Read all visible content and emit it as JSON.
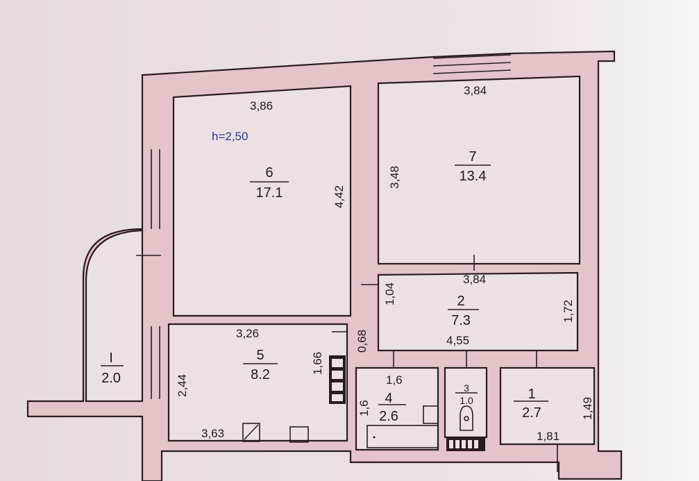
{
  "plan": {
    "ceiling_height": "h=2,50",
    "rooms": [
      {
        "number": "1",
        "area": "2.7"
      },
      {
        "number": "2",
        "area": "7.3"
      },
      {
        "number": "3",
        "area": "1.0"
      },
      {
        "number": "4",
        "area": "2.6"
      },
      {
        "number": "5",
        "area": "8.2"
      },
      {
        "number": "6",
        "area": "17.1"
      },
      {
        "number": "7",
        "area": "13.4"
      },
      {
        "number": "I",
        "area": "2.0"
      }
    ],
    "dimensions": {
      "r6_width": "3,86",
      "r6_length": "4,42",
      "r7_width_top": "3,84",
      "r7_length": "3,48",
      "r2_width_top": "3,84",
      "r2_width_bottom": "4,55",
      "r2_length": "1,72",
      "door_1": "1,04",
      "door_2": "0,68",
      "r5_width_top": "3,26",
      "r5_width_bottom": "3,63",
      "r5_length": "2,44",
      "r5_side": "1,66",
      "r4_width": "1,6",
      "r4_length": "1,6",
      "r1_width": "1,81",
      "r1_length": "1,49"
    }
  }
}
